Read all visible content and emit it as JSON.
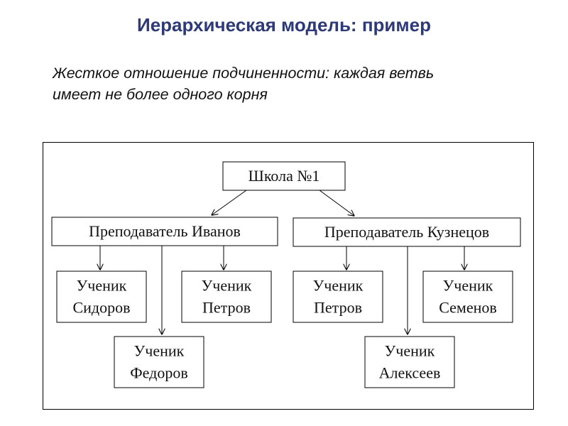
{
  "slide": {
    "title": "Иерархическая модель: пример",
    "subtitle_lines": [
      "Жесткое отношение подчиненности: каждая ветвь",
      "имеет не более одного корня"
    ]
  },
  "diagram": {
    "nodes": {
      "school": {
        "lines": [
          "Школа №1"
        ]
      },
      "teacher_ivanov": {
        "lines": [
          "Преподаватель Иванов"
        ]
      },
      "teacher_kuznetsov": {
        "lines": [
          "Преподаватель Кузнецов"
        ]
      },
      "student_sidorov": {
        "lines": [
          "Ученик",
          "Сидоров"
        ]
      },
      "student_petrov_1": {
        "lines": [
          "Ученик",
          "Петров"
        ]
      },
      "student_fedorov": {
        "lines": [
          "Ученик",
          "Федоров"
        ]
      },
      "student_petrov_2": {
        "lines": [
          "Ученик",
          "Петров"
        ]
      },
      "student_semenov": {
        "lines": [
          "Ученик",
          "Семенов"
        ]
      },
      "student_alekseev": {
        "lines": [
          "Ученик",
          "Алексеев"
        ]
      }
    },
    "edges": [
      [
        "school",
        "teacher_ivanov"
      ],
      [
        "school",
        "teacher_kuznetsov"
      ],
      [
        "teacher_ivanov",
        "student_sidorov"
      ],
      [
        "teacher_ivanov",
        "student_petrov_1"
      ],
      [
        "teacher_ivanov",
        "student_fedorov"
      ],
      [
        "teacher_kuznetsov",
        "student_petrov_2"
      ],
      [
        "teacher_kuznetsov",
        "student_semenov"
      ],
      [
        "teacher_kuznetsov",
        "student_alekseev"
      ]
    ]
  }
}
